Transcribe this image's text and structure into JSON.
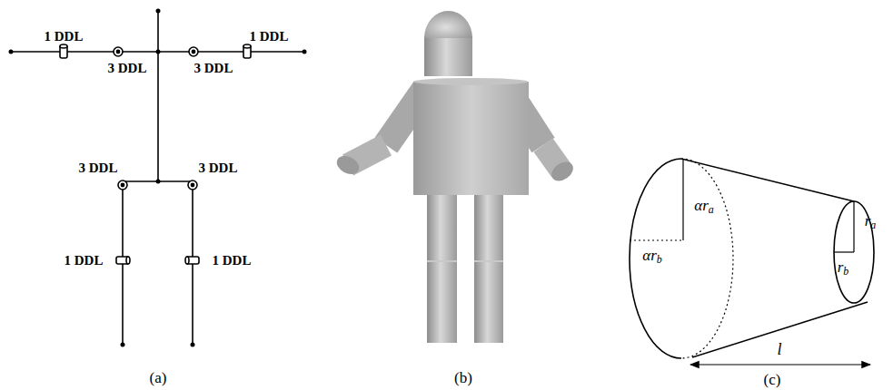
{
  "diagram": {
    "labels": [
      "1 DDL",
      "3 DDL",
      "3 DDL",
      "1 DDL",
      "3 DDL",
      "3 DDL",
      "1 DDL",
      "1 DDL",
      "(a)",
      "(b)",
      "(c)",
      "αra",
      "αrb",
      "ra",
      "rb",
      "l"
    ]
  }
}
